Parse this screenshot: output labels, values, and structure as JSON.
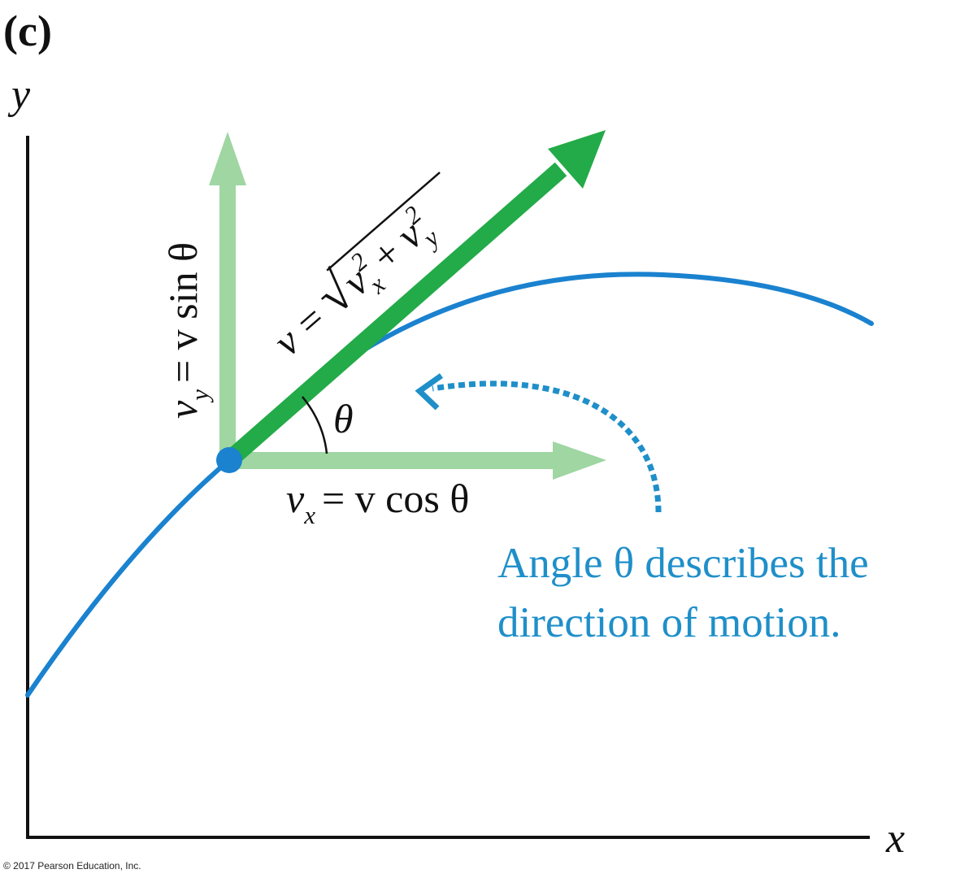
{
  "panel_label": "(c)",
  "axes": {
    "x_label": "x",
    "y_label": "y"
  },
  "vectors": {
    "v_label": {
      "base": "v",
      "equals": "=",
      "sqrt": "√",
      "vx": "v",
      "vx_sub": "x",
      "vx_sup": "2",
      "plus": "+",
      "vy": "v",
      "vy_sub": "y",
      "vy_sup": "2"
    },
    "vy_label": {
      "base": "v",
      "sub": "y",
      "rhs": "= v sin θ"
    },
    "vx_label": {
      "base": "v",
      "sub": "x",
      "rhs": "= v cos θ"
    },
    "angle_symbol": "θ"
  },
  "annotation": {
    "line1": "Angle θ describes the",
    "line2": "direction of motion."
  },
  "copyright": "© 2017 Pearson Education, Inc.",
  "colors": {
    "trajectory": "#1a82cf",
    "velocity": "#22ab48",
    "components": "#9fd6a2",
    "annotation": "#1f8fc9",
    "axes": "#111111"
  }
}
